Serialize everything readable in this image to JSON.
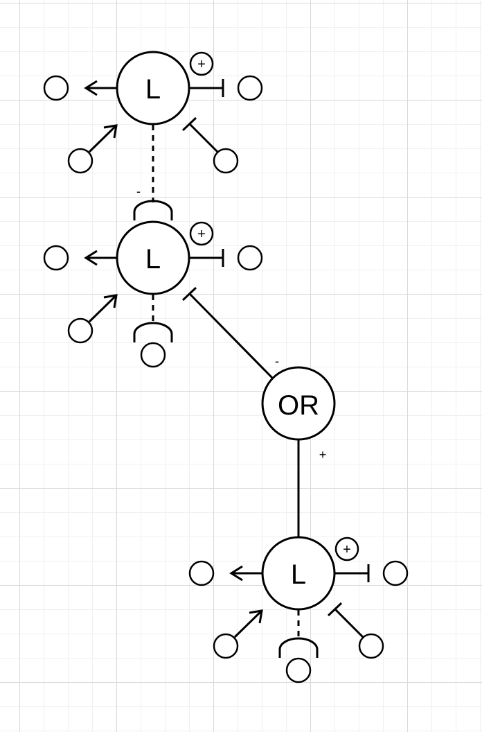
{
  "diagram": {
    "nodes": {
      "l_top": "L",
      "l_middle": "L",
      "or_gate": "OR",
      "l_bottom": "L"
    },
    "badges": {
      "top": "+",
      "middle": "+",
      "bottom": "+"
    },
    "edge_labels": {
      "top_to_middle": "-",
      "middle_to_or": "-",
      "or_to_bottom": "+"
    }
  }
}
